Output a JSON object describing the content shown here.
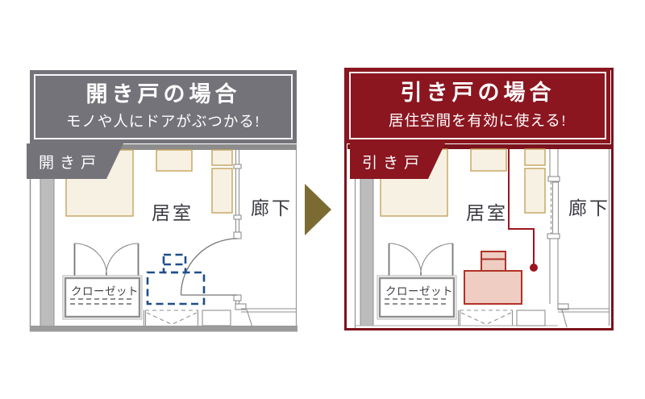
{
  "left_panel": {
    "header": {
      "title": "開き戸の場合",
      "subtitle": "モノや人にドアがぶつかる!"
    },
    "tag_label": "開き戸",
    "plan": {
      "room_label": "居室",
      "corridor_label": "廊下",
      "closet_label": "クローゼット"
    }
  },
  "right_panel": {
    "header": {
      "title": "引き戸の場合",
      "subtitle": "居住空間を有効に使える!"
    },
    "tag_label": "引き戸",
    "plan": {
      "room_label": "居室",
      "corridor_label": "廊下",
      "closet_label": "クローゼット"
    }
  },
  "colors": {
    "gray_theme": "#75737a",
    "red_theme": "#8b1620",
    "red_border": "#7c121c",
    "arrow_olive": "#7b6b33",
    "furniture_beige_fill": "#f7f1e3",
    "furniture_beige_stroke": "#c6a25f",
    "highlight_desk_fill": "#efcdc2",
    "highlight_desk_stroke": "#b03227",
    "collision_outline_blue": "#1e4e8a",
    "wall_gray": "#909090"
  }
}
